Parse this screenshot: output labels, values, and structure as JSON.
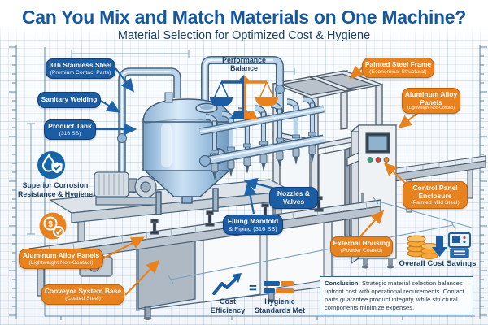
{
  "header": {
    "title": "Can You Mix and Match Materials on One Machine?",
    "subtitle": "Material Selection for Optimized Cost & Hygiene"
  },
  "callouts": {
    "stainless_steel": {
      "title": "316 Stainless Steel",
      "sub": "(Premium Contact Parts)"
    },
    "sanitary_welding": {
      "title": "Sanitary Welding"
    },
    "product_tank": {
      "title": "Product Tank",
      "sub": "(316 SS)"
    },
    "nozzles_valves": {
      "title": "Nozzles & Valves"
    },
    "filling_manifold": {
      "title": "Filling Manifold",
      "sub": "& Piping (316 SS)"
    },
    "painted_frame": {
      "title": "Painted Steel Frame",
      "sub": "(Economical Structural)"
    },
    "aluminum_panels_right": {
      "title": "Aluminum Alloy Panels",
      "sub": "(Lightweight Non-Contact)"
    },
    "control_panel": {
      "title": "Control Panel Enclosure",
      "sub": "(Painted Mild Steel)"
    },
    "external_housing": {
      "title": "External Housing",
      "sub": "(Powder Coated)"
    },
    "aluminum_panels_left": {
      "title": "Aluminum Alloy Panels",
      "sub": "(Lightweight Non-Contact)"
    },
    "conveyor_base": {
      "title": "Conveyor System Base",
      "sub": "(Coated Steel)"
    }
  },
  "badges": {
    "corrosion": "Superior Corrosion Resistance & Hygiene",
    "performance": "Performance Balance",
    "savings": "Overall Cost Savings"
  },
  "equation": {
    "left": "Cost Efficiency",
    "equals": "=",
    "right": "Hygienic Standards Met"
  },
  "conclusion": {
    "label": "Conclusion:",
    "body": " Strategic material selection balances upfront cost with operational requirements. Contact parts guarantee product integrity, while structural components minimize expenses."
  },
  "icons": {
    "dollar_sign": "$",
    "hygiene_badge": "water-drop-shield-icon",
    "cost_badge": "dollar-check-icon",
    "balance": "balance-scale-icon",
    "savings_group": "coins-down-arrow-hmi-icon",
    "trend": "trend-up-arrow-icon"
  },
  "colors": {
    "contact_blue": "#1b5ca3",
    "structural_orange": "#e8821f",
    "title_blue": "#1558a2",
    "navy_text": "#1c3c5e"
  }
}
